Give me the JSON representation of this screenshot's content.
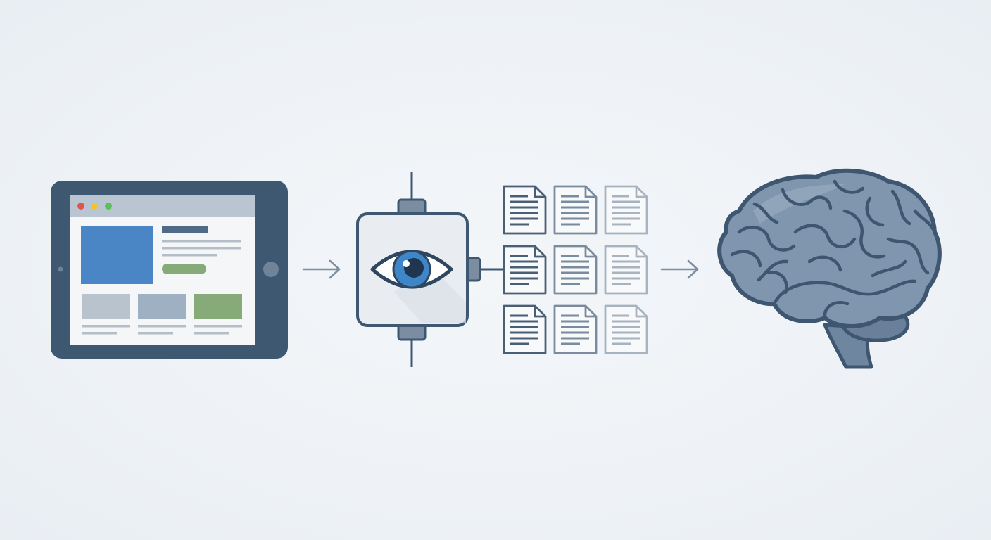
{
  "diagram": {
    "nodes": [
      {
        "id": "tablet",
        "icon": "tablet-webpage-icon"
      },
      {
        "id": "vision-encoder",
        "icon": "eye-chip-icon"
      },
      {
        "id": "tokens",
        "icon": "document-grid-icon",
        "count": 9
      },
      {
        "id": "brain",
        "icon": "brain-icon"
      }
    ],
    "edges": [
      {
        "from": "tablet",
        "to": "vision-encoder"
      },
      {
        "from": "vision-encoder",
        "to": "tokens"
      },
      {
        "from": "tokens",
        "to": "brain"
      }
    ]
  },
  "colors": {
    "background": "#eef2f6",
    "frame": "#3f5872",
    "screen": "#f4f6f8",
    "browser_bar": "#b9c5d1",
    "hero_blue": "#4a86c5",
    "accent_green": "#86ab78",
    "gray_block": "#b8c3cd",
    "blue_gray_block": "#9fb0c2",
    "dot_red": "#e2544b",
    "dot_yellow": "#f0c431",
    "dot_green": "#5bbf5a",
    "eye_iris": "#3f86c9",
    "brain_fill": "#7f96ae",
    "brain_outline": "#3e5670",
    "arrow": "#7e8e9e"
  }
}
